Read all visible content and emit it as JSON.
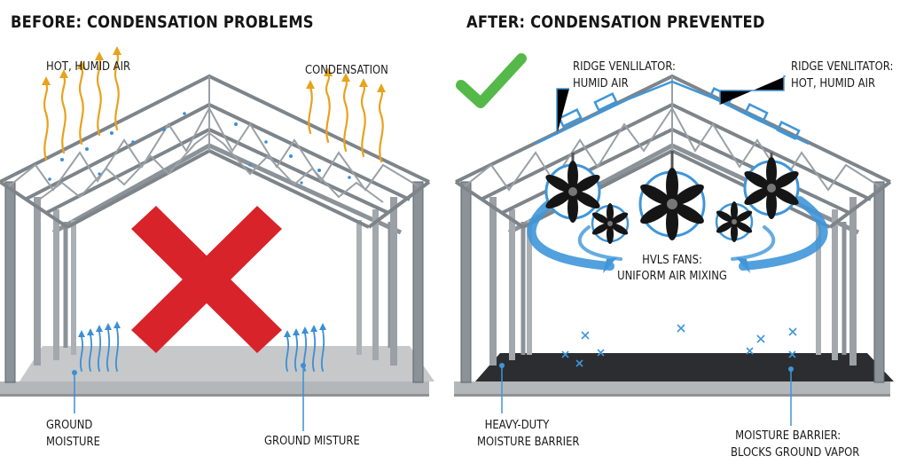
{
  "before": {
    "title": "BEFORE: CONDENSATION PROBLEMS",
    "hot_air_label": "HOT, HUMID AIR",
    "condensation_label": "CONDENSATION",
    "ground_moisture_label": [
      "GROUND",
      "MOISTURE"
    ],
    "ground_misture_label": "GROUND MISTURE",
    "status_icon": "red-x-icon"
  },
  "after": {
    "title": "AFTER: CONDENSATION PREVENTED",
    "ridge_left_label": [
      "RIDGE VENLILATOR:",
      "HUMID AIR"
    ],
    "ridge_right_label": [
      "RIDGE VENLITATOR:",
      "HOT, HUMID AIR"
    ],
    "fans_label": [
      "HVLS FANS:",
      "UNIFORM AIR MIXING"
    ],
    "barrier_label": [
      "HEAVY-DUTY",
      "MOISTURE BARRIER"
    ],
    "barrier_right_label": [
      "MOISTURE BARRIER:",
      "BLOCKS GROUND VAPOR"
    ],
    "status_icon": "green-check-icon"
  },
  "colors": {
    "steel": "#8b9298",
    "steel_dark": "#5d646a",
    "heat_arrow": "#e8a21c",
    "vapor": "#3a8fd6",
    "red_x": "#d8232a",
    "green_check": "#54b948",
    "air_flow": "#3f96d9",
    "barrier": "#2b2d30",
    "concrete": "#c9cbcd"
  }
}
